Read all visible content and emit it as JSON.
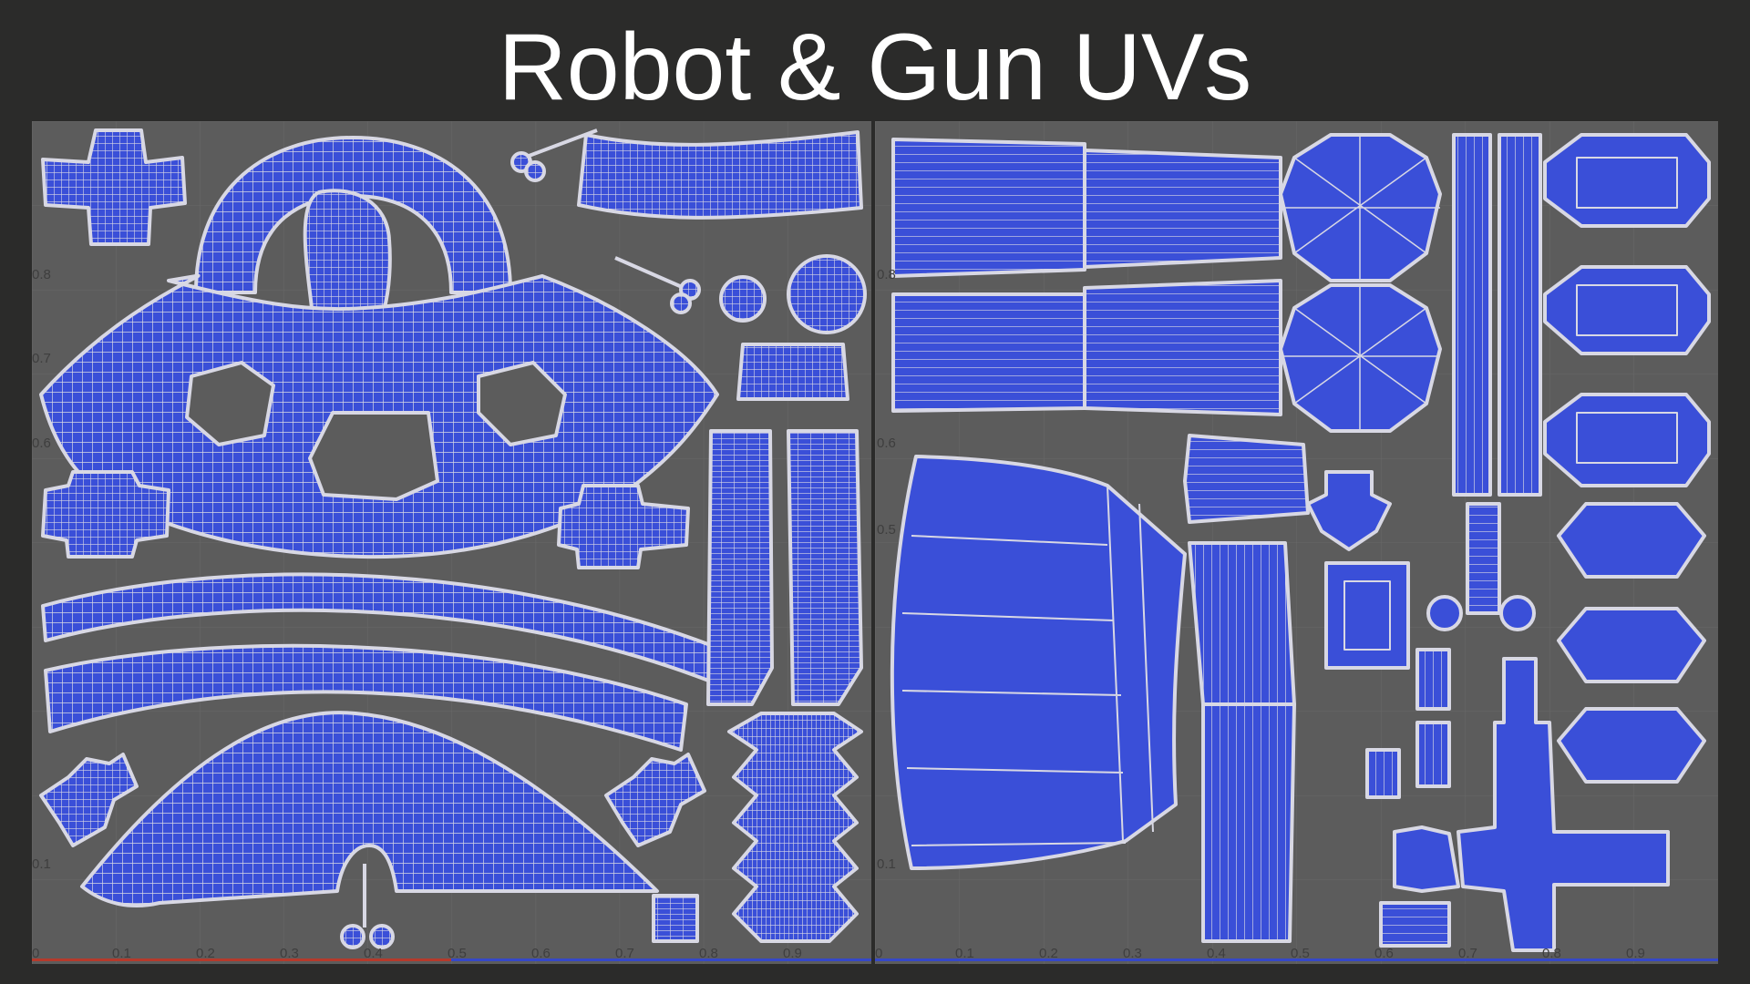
{
  "title": "Robot & Gun UVs",
  "colors": {
    "background": "#2b2b2a",
    "grid_bg": "#5c5c5c",
    "uv_fill": "#3a4fd8",
    "uv_wire": "#d8d8e4",
    "axis_u": "#b53a2c",
    "axis_v": "#3548c8"
  },
  "left_panel": {
    "x_ticks": [
      "0",
      "0.1",
      "0.2",
      "0.3",
      "0.4",
      "0.5",
      "0.6",
      "0.7",
      "0.8",
      "0.9"
    ],
    "y_ticks": [
      "0.8",
      "0.7",
      "0.6",
      "0.1"
    ]
  },
  "right_panel": {
    "x_ticks": [
      "0",
      "0.1",
      "0.2",
      "0.3",
      "0.4",
      "0.5",
      "0.6",
      "0.7",
      "0.8",
      "0.9"
    ],
    "y_ticks": [
      "0.8",
      "0.6",
      "0.5",
      "0.1"
    ]
  }
}
